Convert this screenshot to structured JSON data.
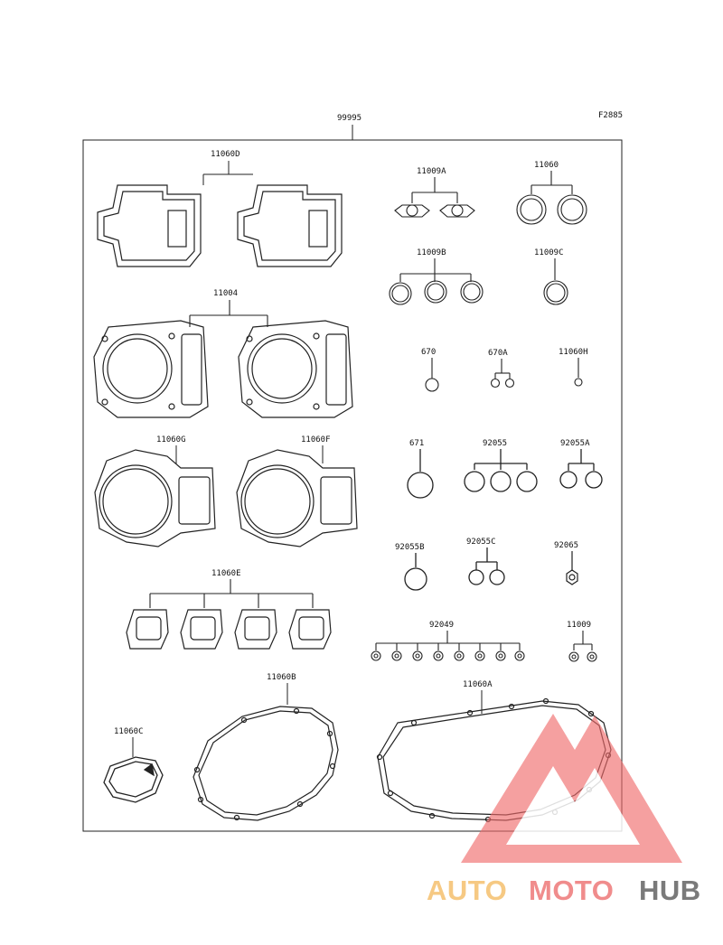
{
  "figure_code": "F2885",
  "kit": {
    "part_number": "99995"
  },
  "parts": [
    {
      "id": "11060D",
      "label": "11060D"
    },
    {
      "id": "11009A",
      "label": "11009A"
    },
    {
      "id": "11060",
      "label": "11060"
    },
    {
      "id": "11009B",
      "label": "11009B"
    },
    {
      "id": "11009C",
      "label": "11009C"
    },
    {
      "id": "11004",
      "label": "11004"
    },
    {
      "id": "670",
      "label": "670"
    },
    {
      "id": "670A",
      "label": "670A"
    },
    {
      "id": "11060H",
      "label": "11060H"
    },
    {
      "id": "11060G",
      "label": "11060G"
    },
    {
      "id": "11060F",
      "label": "11060F"
    },
    {
      "id": "671",
      "label": "671"
    },
    {
      "id": "92055",
      "label": "92055"
    },
    {
      "id": "92055A",
      "label": "92055A"
    },
    {
      "id": "92055B",
      "label": "92055B"
    },
    {
      "id": "92055C",
      "label": "92055C"
    },
    {
      "id": "92065",
      "label": "92065"
    },
    {
      "id": "11060E",
      "label": "11060E"
    },
    {
      "id": "92049",
      "label": "92049"
    },
    {
      "id": "11009",
      "label": "11009"
    },
    {
      "id": "11060B",
      "label": "11060B"
    },
    {
      "id": "11060A",
      "label": "11060A"
    },
    {
      "id": "11060C",
      "label": "11060C"
    }
  ],
  "watermark": {
    "part1": "AUTO",
    "part2": "MOTO",
    "part3": "HUB",
    "colors": {
      "part1": "#f6c983",
      "part2": "#f08c8c",
      "part3": "#7a7a7a",
      "logo": "#ef6b6b"
    }
  }
}
